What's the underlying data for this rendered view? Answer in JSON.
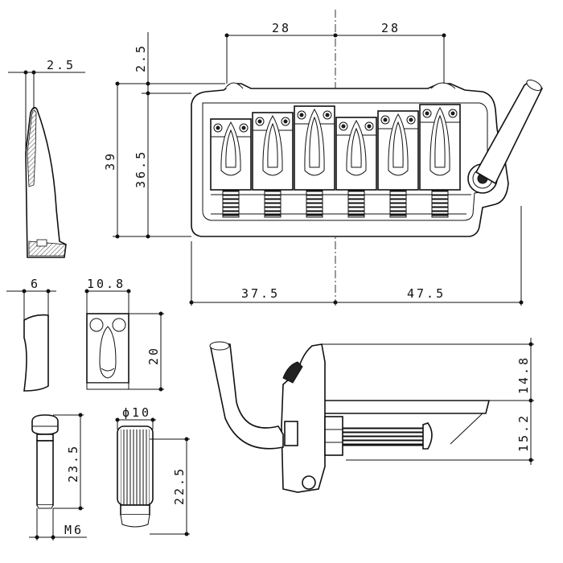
{
  "dimensions": {
    "top_left_28": "28",
    "top_right_28": "28",
    "top_2_5": "2.5",
    "side_2_5": "2.5",
    "height_39": "39",
    "height_36_5": "36.5",
    "width_37_5": "37.5",
    "width_47_5": "47.5",
    "saddle_width_6": "6",
    "saddle_10_8": "10.8",
    "saddle_height_20": "20",
    "side_14_8": "14.8",
    "side_15_2": "15.2",
    "screw_23_5": "23.5",
    "screw_thread_m6": "M6",
    "wheel_dia_10": "ϕ10",
    "wheel_22_5": "22.5"
  }
}
